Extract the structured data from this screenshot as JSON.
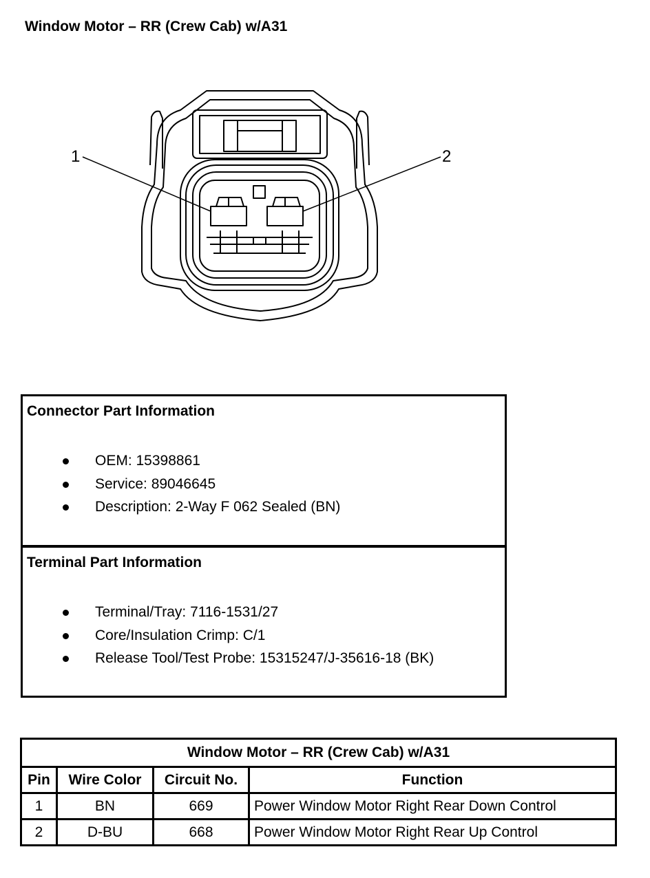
{
  "title": "Window Motor – RR (Crew Cab) w/A31",
  "diagram": {
    "pin_labels": [
      "1",
      "2"
    ]
  },
  "connector_info": {
    "heading": "Connector Part Information",
    "items": [
      "OEM: 15398861",
      "Service: 89046645",
      "Description: 2-Way F 062 Sealed (BN)"
    ]
  },
  "terminal_info": {
    "heading": "Terminal Part Information",
    "items": [
      "Terminal/Tray: 7116-1531/27",
      "Core/Insulation Crimp: C/1",
      "Release Tool/Test Probe: 15315247/J-35616-18 (BK)"
    ]
  },
  "pin_table": {
    "caption": "Window Motor – RR (Crew Cab) w/A31",
    "headers": [
      "Pin",
      "Wire Color",
      "Circuit No.",
      "Function"
    ],
    "rows": [
      [
        "1",
        "BN",
        "669",
        "Power Window Motor Right Rear Down Control"
      ],
      [
        "2",
        "D-BU",
        "668",
        "Power Window Motor Right Rear Up Control"
      ]
    ]
  }
}
